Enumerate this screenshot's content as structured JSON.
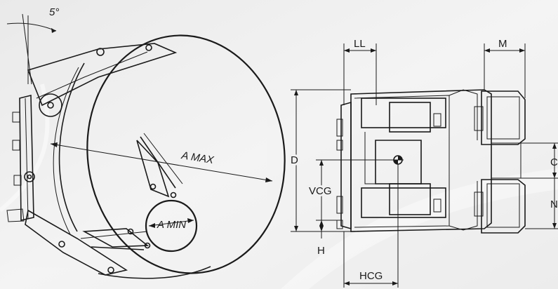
{
  "labels": {
    "angle": "5°",
    "a_max": "A MAX",
    "a_min": "A MIN",
    "ll": "LL",
    "m": "M",
    "d": "D",
    "vcg": "VCG",
    "h": "H",
    "hcg": "HCG",
    "c": "C",
    "n": "N"
  },
  "colors": {
    "background": "#f1f1f1",
    "line": "#1a1a1a",
    "fill_light": "#ffffff",
    "fill_mid": "#d9d9d9",
    "pad_texture": "#3a3a3a"
  }
}
